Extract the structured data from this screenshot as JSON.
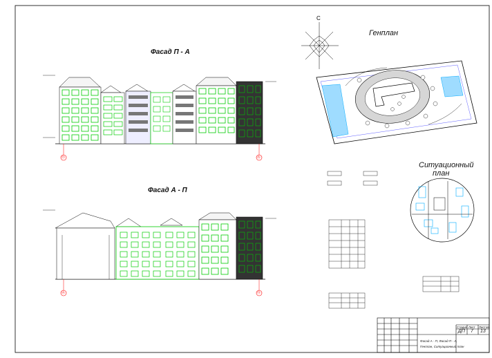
{
  "sheet": {
    "facade1_title": "Фасад П - А",
    "facade2_title": "Фасад А - П",
    "genplan_title": "Генплан",
    "situation_title_line1": "Ситуационный",
    "situation_title_line2": "план",
    "north_label": "С",
    "axis_labels": {
      "a_left": "⑪",
      "a_right": "Ⓐ",
      "b_left": "Ⓐ",
      "b_right": "⑪"
    }
  },
  "title_block": {
    "sheet_label": "Стадия",
    "sheet_label2": "Лист",
    "sheet_label3": "Листов",
    "stage": "ДП",
    "sheet": "7",
    "sheets": "13",
    "sheet_title_line1": "Фасад А - П, Фасад П - А,",
    "sheet_title_line2": "Генплан, Ситуационный план"
  },
  "colors": {
    "line": "#000000",
    "green": "#00cc00",
    "cyan": "#00aaff",
    "red": "#ff0000",
    "blue": "#3333ff"
  }
}
